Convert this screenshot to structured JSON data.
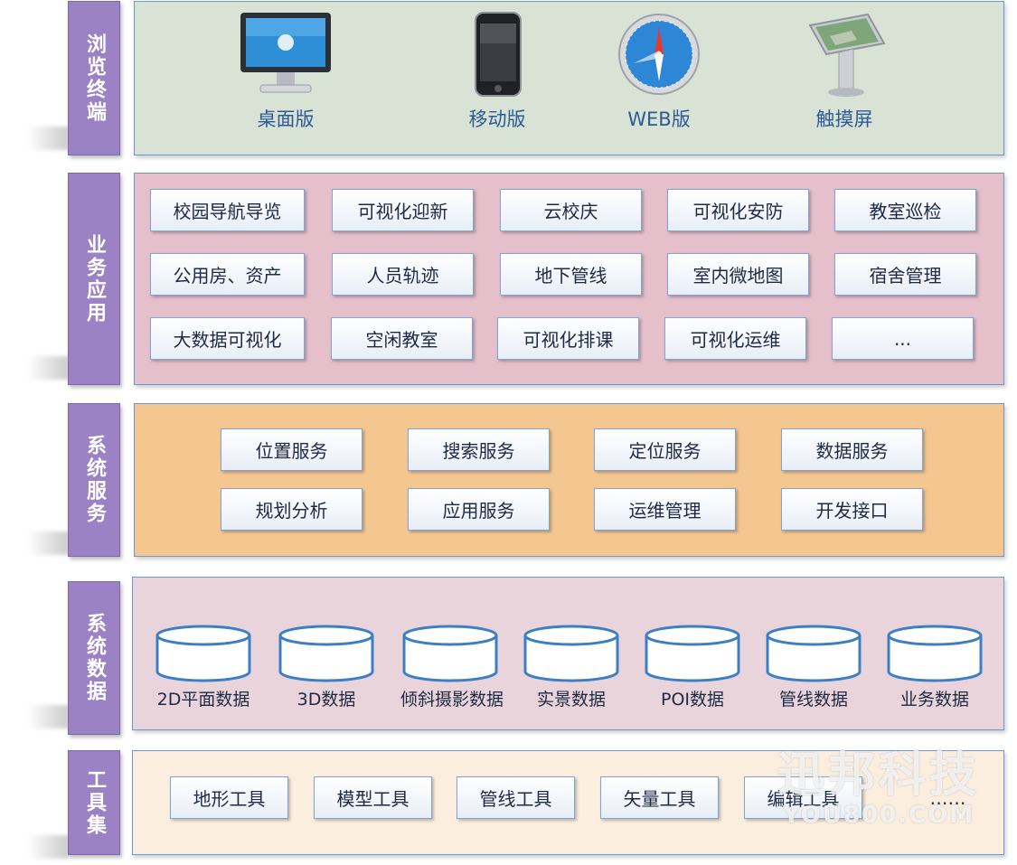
{
  "layers": {
    "browse_terminal": {
      "label": "浏览终端",
      "items": [
        "桌面版",
        "移动版",
        "WEB版",
        "触摸屏"
      ]
    },
    "business_apps": {
      "label": "业务应用",
      "rows": [
        [
          "校园导航导览",
          "可视化迎新",
          "云校庆",
          "可视化安防",
          "教室巡检"
        ],
        [
          "公用房、资产",
          "人员轨迹",
          "地下管线",
          "室内微地图",
          "宿舍管理"
        ],
        [
          "大数据可视化",
          "空闲教室",
          "可视化排课",
          "可视化运维",
          "..."
        ]
      ]
    },
    "system_services": {
      "label": "系统服务",
      "rows": [
        [
          "位置服务",
          "搜索服务",
          "定位服务",
          "数据服务"
        ],
        [
          "规划分析",
          "应用服务",
          "运维管理",
          "开发接口"
        ]
      ]
    },
    "system_data": {
      "label": "系统数据",
      "items": [
        "2D平面数据",
        "3D数据",
        "倾斜摄影数据",
        "实景数据",
        "POI数据",
        "管线数据",
        "业务数据"
      ]
    },
    "toolset": {
      "label": "工具集",
      "items": [
        "地形工具",
        "模型工具",
        "管线工具",
        "矢量工具",
        "编辑工具",
        "……"
      ]
    }
  },
  "watermark": {
    "line1": "迅邦科技",
    "line2": "YOU800.COM"
  },
  "colors": {
    "side_label_bg": "#9b82c4",
    "terminal_bg": "#d9e3d5",
    "apps_bg": "#e5bfca",
    "services_bg": "#f5c790",
    "data_bg": "#ead4dc",
    "tools_bg": "#fbeedf",
    "panel_border": "#6b98cf",
    "terminal_text": "#2d5a97",
    "cylinder_stroke": "#3d7fc4"
  },
  "icons": [
    "monitor-icon",
    "phone-icon",
    "compass-icon",
    "kiosk-icon",
    "database-icon"
  ]
}
